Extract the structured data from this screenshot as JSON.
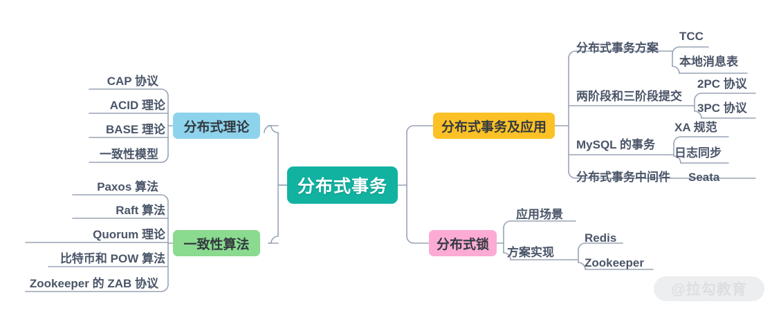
{
  "diagram": {
    "type": "mindmap",
    "watermark": "@拉勾教育",
    "colors": {
      "root": "#12b2a1",
      "theory": "#8ed3ec",
      "algorithm": "#8ada8f",
      "transaction": "#fcc127",
      "lock": "#fbabd4",
      "connector": "#97a3b4",
      "text": "#4a5568"
    },
    "root": {
      "label": "分布式事务"
    },
    "branches": [
      {
        "id": "distributed-theory",
        "label": "分布式理论",
        "side": "left",
        "color": "#8ed3ec",
        "children": [
          {
            "label": "CAP 协议"
          },
          {
            "label": "ACID 理论"
          },
          {
            "label": "BASE 理论"
          },
          {
            "label": "一致性模型"
          }
        ]
      },
      {
        "id": "consistency-algorithm",
        "label": "一致性算法",
        "side": "left",
        "color": "#8ada8f",
        "children": [
          {
            "label": "Paxos 算法"
          },
          {
            "label": "Raft 算法"
          },
          {
            "label": "Quorum 理论"
          },
          {
            "label": "比特币和 POW 算法"
          },
          {
            "label": "Zookeeper 的 ZAB 协议"
          }
        ]
      },
      {
        "id": "distributed-transaction-app",
        "label": "分布式事务及应用",
        "side": "right",
        "color": "#fcc127",
        "children": [
          {
            "label": "分布式事务方案",
            "children": [
              {
                "label": "TCC"
              },
              {
                "label": "本地消息表"
              }
            ]
          },
          {
            "label": "两阶段和三阶段提交",
            "children": [
              {
                "label": "2PC 协议"
              },
              {
                "label": "3PC 协议"
              }
            ]
          },
          {
            "label": "MySQL 的事务",
            "children": [
              {
                "label": "XA 规范"
              },
              {
                "label": "日志同步"
              }
            ]
          },
          {
            "label": "分布式事务中间件",
            "children": [
              {
                "label": "Seata"
              }
            ]
          }
        ]
      },
      {
        "id": "distributed-lock",
        "label": "分布式锁",
        "side": "right",
        "color": "#fbabd4",
        "children": [
          {
            "label": "应用场景"
          },
          {
            "label": "方案实现",
            "children": [
              {
                "label": "Redis"
              },
              {
                "label": "Zookeeper"
              }
            ]
          }
        ]
      }
    ]
  }
}
